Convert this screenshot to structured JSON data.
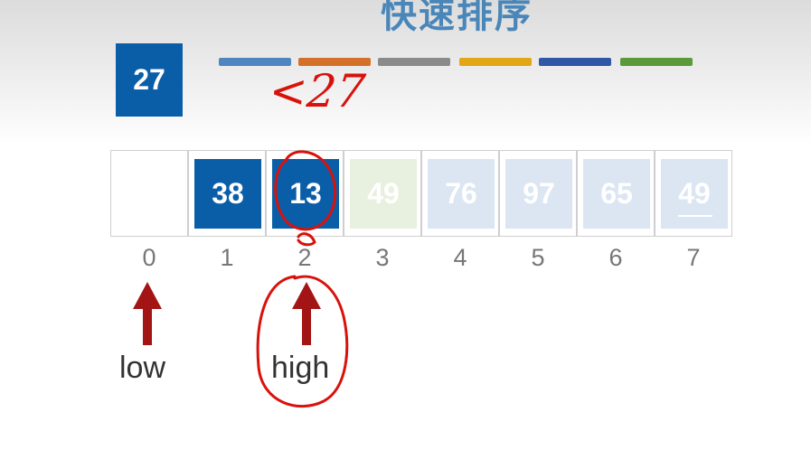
{
  "title": "快速排序",
  "pivot": {
    "value": "27"
  },
  "legend_colors": [
    "#4f86bf",
    "#d4702a",
    "#8a8a8a",
    "#e3a615",
    "#2f57a5",
    "#5a9a3b"
  ],
  "array": [
    {
      "index": "0",
      "value": "",
      "state": "empty"
    },
    {
      "index": "1",
      "value": "38",
      "state": "active"
    },
    {
      "index": "2",
      "value": "13",
      "state": "active"
    },
    {
      "index": "3",
      "value": "49",
      "state": "green"
    },
    {
      "index": "4",
      "value": "76",
      "state": "pale"
    },
    {
      "index": "5",
      "value": "97",
      "state": "pale"
    },
    {
      "index": "6",
      "value": "65",
      "state": "pale"
    },
    {
      "index": "7",
      "value": "49",
      "state": "pale"
    }
  ],
  "pointers": {
    "low": {
      "label": "low"
    },
    "high": {
      "label": "high"
    }
  },
  "annotation": {
    "text": "<27",
    "color": "#d8120b"
  }
}
